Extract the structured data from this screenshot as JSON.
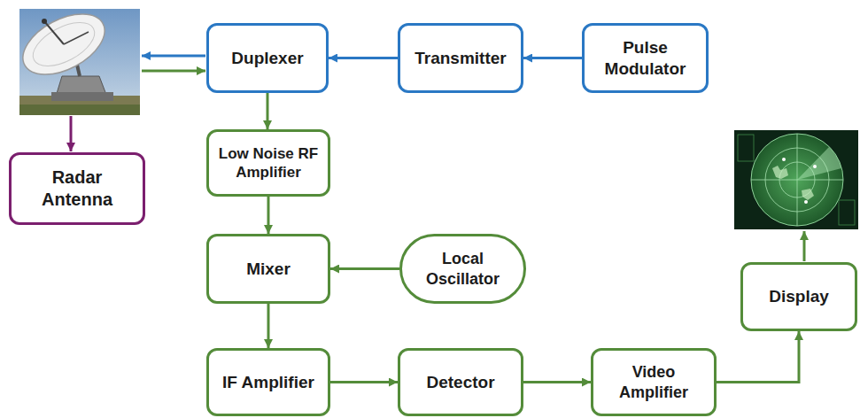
{
  "diagram": {
    "nodes": [
      {
        "text": [
          "Duplexer"
        ]
      },
      {
        "text": [
          "Transmitter"
        ]
      },
      {
        "text": [
          "Pulse Modulator"
        ]
      },
      {
        "text": [
          "Radar Antenna"
        ]
      },
      {
        "text": [
          "Low Noise RF Amplifier"
        ]
      },
      {
        "text": [
          "Mixer"
        ]
      },
      {
        "text": [
          "Local Oscillator"
        ]
      },
      {
        "text": [
          "Display"
        ]
      },
      {
        "text": [
          "IF Amplifier"
        ]
      },
      {
        "text": [
          "Detector"
        ]
      },
      {
        "text": [
          "Video Amplifier"
        ]
      }
    ],
    "edges": [
      {
        "from": 2,
        "to": 1,
        "arrow": "to"
      },
      {
        "from": 1,
        "to": 0,
        "arrow": "to"
      },
      {
        "from": 0,
        "to": 4,
        "arrow": "to"
      },
      {
        "from": 4,
        "to": 5,
        "arrow": "to"
      },
      {
        "from": 6,
        "to": 5,
        "arrow": "to"
      },
      {
        "from": 5,
        "to": 8,
        "arrow": "to"
      },
      {
        "from": 8,
        "to": 9,
        "arrow": "to"
      },
      {
        "from": 9,
        "to": 10,
        "arrow": "to"
      },
      {
        "from": 10,
        "to": 7,
        "arrow": "to"
      }
    ]
  }
}
